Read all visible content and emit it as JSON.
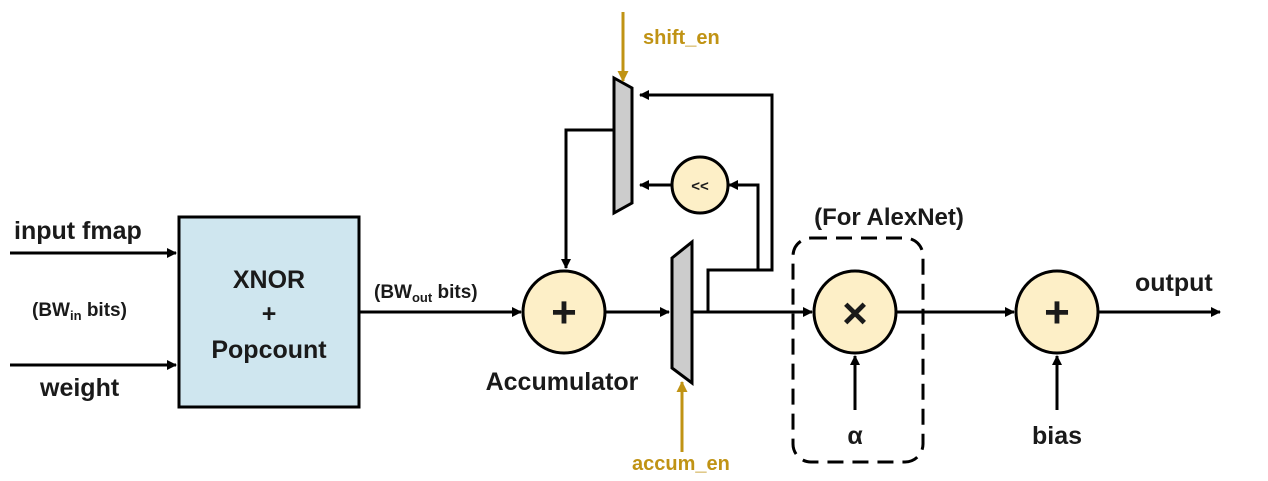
{
  "labels": {
    "input_fmap": "input fmap",
    "bw_in_prefix": "(BW",
    "bw_in_sub": "in",
    "bw_in_suffix": " bits)",
    "weight": "weight",
    "xnor_line1": "XNOR",
    "xnor_line2": "+",
    "xnor_line3": "Popcount",
    "bw_out_prefix": "(BW",
    "bw_out_sub": "out",
    "bw_out_suffix": " bits)",
    "accumulator": "Accumulator",
    "shift_en": "shift_en",
    "accum_en": "accum_en",
    "shift_op": "<<",
    "for_alexnet": "(For AlexNet)",
    "alpha": "α",
    "bias": "bias",
    "output": "output",
    "plus_symbol": "+",
    "times_symbol": "×"
  },
  "colors": {
    "xnor_fill": "#cfe6ef",
    "op_fill": "#fdefc7",
    "mux_fill": "#cccccc",
    "control": "#c09314",
    "wire": "#000000"
  }
}
